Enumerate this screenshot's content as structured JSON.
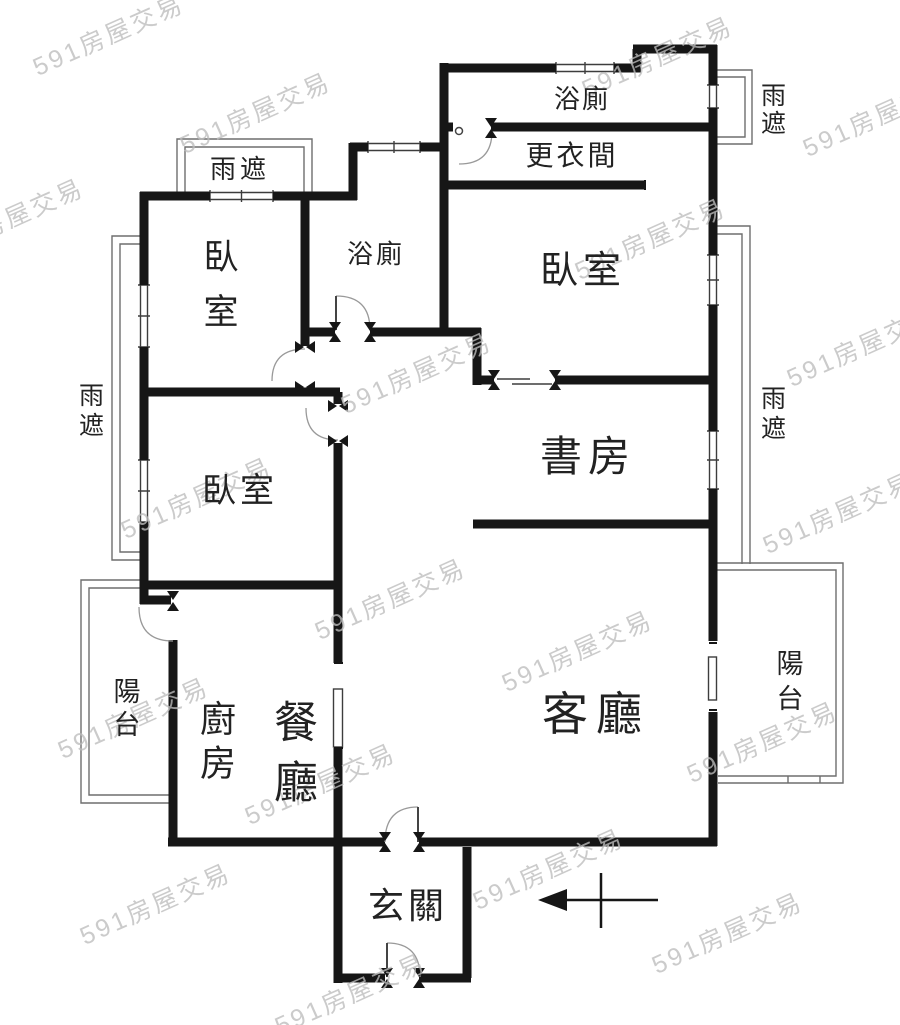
{
  "floorplan": {
    "watermark": {
      "text": "591房屋交易"
    },
    "colors": {
      "wall": "#161616",
      "thin_line": "#6e6e6e",
      "window_line": "#3d3d3d",
      "door_arc": "#999999",
      "label_text": "#222222",
      "watermark_text": "#bdbdbd",
      "background": "#ffffff"
    },
    "labels": {
      "bath_top": "浴廁",
      "dressing": "更衣間",
      "canopy_top_right": "雨遮",
      "canopy_top_left": "雨遮",
      "bedroom_nw": "臥室",
      "bath_mid": "浴廁",
      "bedroom_ne": "臥室",
      "canopy_left": "雨遮",
      "canopy_right": "雨遮",
      "study": "書房",
      "bedroom_sw": "臥室",
      "balcony_left": "陽台",
      "kitchen": "廚房",
      "dining": "餐廳",
      "living": "客廳",
      "balcony_right": "陽台",
      "foyer": "玄關"
    }
  }
}
